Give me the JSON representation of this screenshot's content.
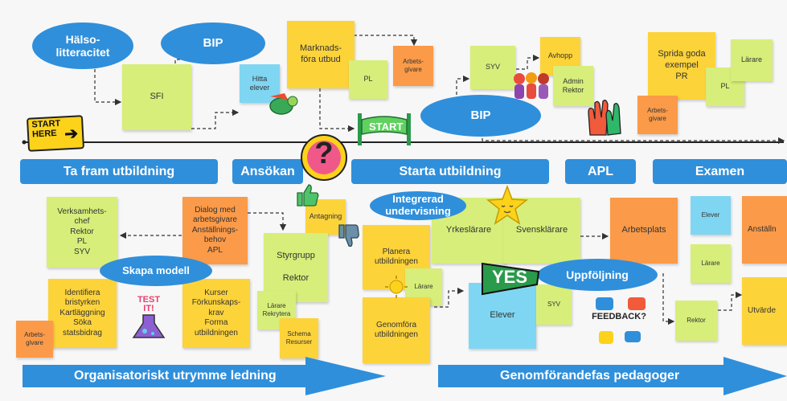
{
  "ovals": {
    "halso": "Hälso-\nlitteracitet",
    "bip_top": "BIP",
    "bip_mid": "BIP",
    "integrerad": "Integrerad\nundervisning",
    "skapa": "Skapa modell",
    "uppfoljning": "Uppföljning"
  },
  "notes": {
    "sfi": "SFI",
    "hitta": "Hitta\nelever",
    "marknad": "Marknads-\nföra utbud",
    "pl_top": "PL",
    "arbets_top": "Arbets-\ngivare",
    "syv_top": "SYV",
    "avhopp": "Avhopp",
    "admin": "Admin\nRektor",
    "sprida": "Sprida goda\nexempel\nPR",
    "pl_right": "PL",
    "larare_top": "Lärare",
    "arbets_right": "Arbets-\ngivare",
    "verksamhet": "Verksamhets-\nchef\nRektor\nPL\nSYV",
    "dialog": "Dialog med\narbetsgivare\nAnställnings-\nbehov\nAPL",
    "antagning": "Antagning",
    "styrgrupp": "Styrgrupp\n\nRektor",
    "identifiera": "Identifiera\nbristyrken\nKartläggning\nSöka\nstatsbidrag",
    "arbets_left": "Arbets-\ngivare",
    "kurser": "Kurser\nFörkunskaps-\nkrav\nForma\nutbildningen",
    "larare_rek": "Lärare\nRekrytera",
    "schema": "Schema\nResurser",
    "planera": "Planera\nutbildningen",
    "larare_mid": "Lärare",
    "genomfora": "Genomföra\nutbildningen",
    "yrkeslarare": "Yrkeslärare",
    "svensklarare": "Svensklärare",
    "elever_mid": "Elever",
    "syv_mid": "SYV",
    "arbetsplats": "Arbetsplats",
    "elever_right": "Elever",
    "larare_right": "Lärare",
    "rektor_right": "Rektor",
    "anstall": "Anställn",
    "utvard": "Utvärde"
  },
  "bands": {
    "ta_fram": "Ta fram utbildning",
    "ansokan": "Ansökan",
    "starta": "Starta utbildning",
    "apl": "APL",
    "examen": "Examen"
  },
  "arrows": {
    "org": "Organisatoriskt utrymme ledning",
    "genom": "Genomförandefas pedagoger"
  },
  "stickers": {
    "start_here": "START\nHERE",
    "start_banner": "START",
    "question": "?",
    "yes": "YES",
    "test": "TEST\nIT!",
    "feedback": "FEEDBACK?"
  },
  "colors": {
    "blue": "#2f8fdb",
    "yellow": "#fdd33a",
    "lime": "#d7ee7a",
    "orange": "#fb9a48",
    "light_blue": "#7fd6f2"
  }
}
